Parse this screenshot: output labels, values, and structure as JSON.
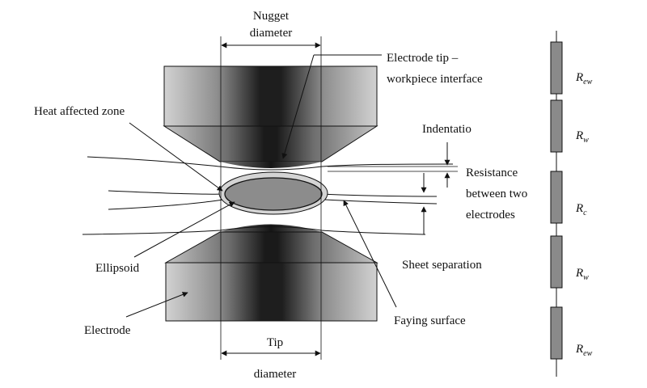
{
  "labels": {
    "nugget_diameter_line1": "Nugget",
    "nugget_diameter_line2": "diameter",
    "electrode_tip_line1": "Electrode tip –",
    "electrode_tip_line2": "workpiece interface",
    "heat_affected_zone": "Heat affected zone",
    "indentation": "Indentatio",
    "resistance_line1": "Resistance",
    "resistance_line2": "between two",
    "resistance_line3": "electrodes",
    "sheet_separation": "Sheet separation",
    "ellipsoid": "Ellipsoid",
    "electrode": "Electrode",
    "faying_surface": "Faying surface",
    "tip_diameter_line1": "Tip",
    "tip_diameter_line2": "diameter"
  },
  "resistors": [
    {
      "symbol": "R",
      "sub": "ew"
    },
    {
      "symbol": "R",
      "sub": "w"
    },
    {
      "symbol": "R",
      "sub": "c"
    },
    {
      "symbol": "R",
      "sub": "w"
    },
    {
      "symbol": "R",
      "sub": "ew"
    }
  ],
  "colors": {
    "resistor_fill": "#8a8a8a",
    "nugget_fill": "#8c8c8c",
    "haz_fill": "#d4d4d4"
  }
}
